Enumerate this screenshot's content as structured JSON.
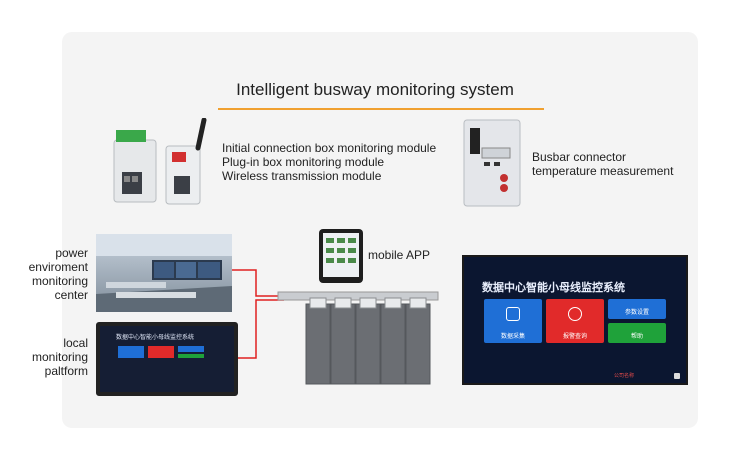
{
  "title": "Intelligent busway monitoring system",
  "modules": {
    "line1": "Initial connection box monitoring module",
    "line2": "Plug-in box monitoring module",
    "line3": "Wireless transmission module"
  },
  "busbar": {
    "line1": "Busbar connector",
    "line2": "temperature measurement"
  },
  "mobile_label": "mobile APP",
  "power_center": {
    "line1": "power",
    "line2": "enviroment",
    "line3": "monitoring",
    "line4": "center"
  },
  "local_platform": {
    "line1": "local",
    "line2": "monitoring",
    "line3": "paltform"
  },
  "big_screen": {
    "header": "数据中心智能小母线监控系统",
    "tiles": [
      {
        "label": "数据采集",
        "color": "#1f6fd6",
        "icon": "monitor-icon"
      },
      {
        "label": "报警查询",
        "color": "#e12a2a",
        "icon": "search-icon"
      },
      {
        "label": "参数设置",
        "color": "#1f6fd6",
        "icon": "gear-icon"
      },
      {
        "label": "帮助",
        "color": "#1fa23a",
        "icon": "help-icon"
      }
    ],
    "footer": "公司名称"
  },
  "small_screen": {
    "header": "数据中心智能小母线监控系统"
  },
  "colors": {
    "accent_rule": "#f0a030",
    "connector_red": "#e02020"
  }
}
